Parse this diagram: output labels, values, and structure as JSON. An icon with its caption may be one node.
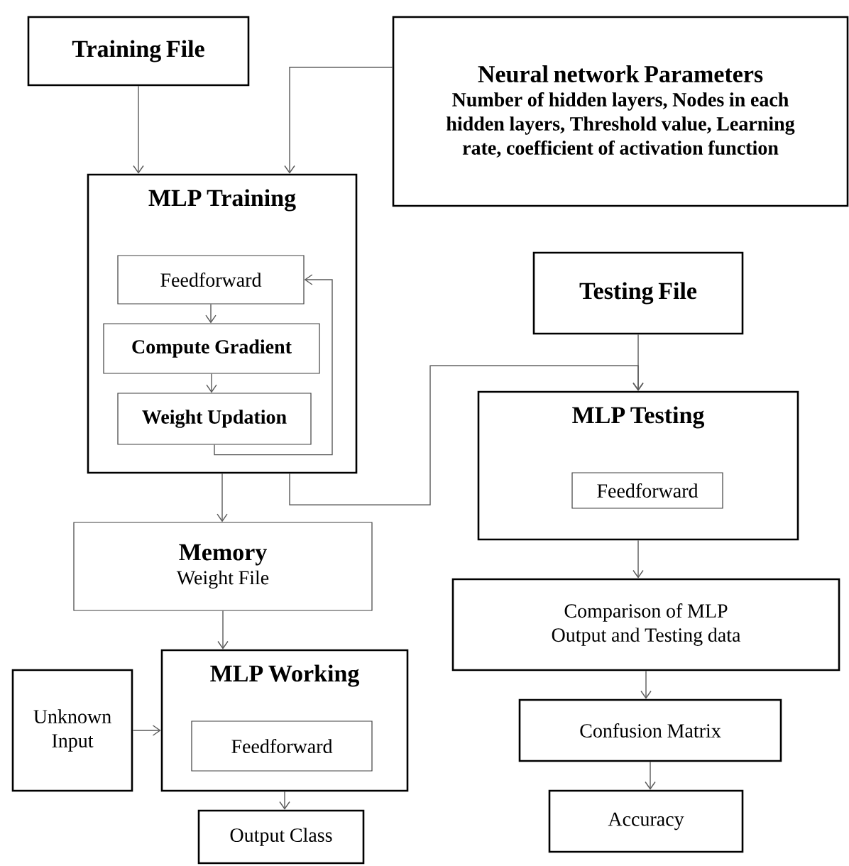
{
  "diagram": {
    "nodes": [
      {
        "text": [
          "Training File"
        ]
      },
      {
        "text": [
          "Neural network Parameters",
          "Number of hidden layers, Nodes in each hidden layers, Threshold value, Learning rate, coefficient of activation function"
        ]
      },
      {
        "text": [
          "MLP Training"
        ]
      },
      {
        "text": [
          "Feedforward"
        ],
        "in": 2
      },
      {
        "text": [
          "Compute Gradient"
        ],
        "in": 2
      },
      {
        "text": [
          "Weight Updation"
        ],
        "in": 2
      },
      {
        "text": [
          "Testing File"
        ]
      },
      {
        "text": [
          "MLP Testing"
        ]
      },
      {
        "text": [
          "Feedforward"
        ],
        "in": 7
      },
      {
        "text": [
          "Memory",
          "Weight File"
        ]
      },
      {
        "text": [
          "Comparison of MLP Output and Testing data"
        ]
      },
      {
        "text": [
          "Unknown Input"
        ]
      },
      {
        "text": [
          "MLP Working"
        ]
      },
      {
        "text": [
          "Feedforward"
        ],
        "in": 12
      },
      {
        "text": [
          "Confusion Matrix"
        ]
      },
      {
        "text": [
          "Output Class"
        ]
      },
      {
        "text": [
          "Accuracy"
        ]
      }
    ],
    "edges": [
      {
        "from": 0,
        "to": 2,
        "arrow": "to"
      },
      {
        "from": 1,
        "to": 2,
        "arrow": "to"
      },
      {
        "from": 3,
        "to": 4,
        "arrow": "to"
      },
      {
        "from": 4,
        "to": 5,
        "arrow": "to"
      },
      {
        "from": 5,
        "to": 3,
        "arrow": "to"
      },
      {
        "from": 2,
        "to": 9,
        "arrow": "to"
      },
      {
        "from": 2,
        "to": 7,
        "arrow": "to"
      },
      {
        "from": 6,
        "to": 7,
        "arrow": "to"
      },
      {
        "from": 7,
        "to": 10,
        "arrow": "to"
      },
      {
        "from": 9,
        "to": 12,
        "arrow": "to"
      },
      {
        "from": 11,
        "to": 12,
        "arrow": "to"
      },
      {
        "from": 12,
        "to": 15,
        "arrow": "to"
      },
      {
        "from": 10,
        "to": 14,
        "arrow": "to"
      },
      {
        "from": 14,
        "to": 16,
        "arrow": "to"
      }
    ]
  }
}
